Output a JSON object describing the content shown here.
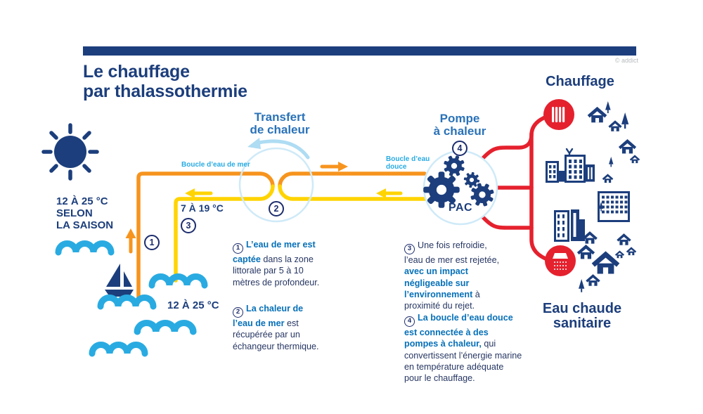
{
  "meta": {
    "credit": "© addict"
  },
  "header": {
    "title": "Le chauffage\npar thalassothermie"
  },
  "labels": {
    "transfert": "Transfert\nde chaleur",
    "pompe": "Pompe\nà chaleur",
    "chauffage": "Chauffage",
    "eau_chaude": "Eau chaude\nsanitaire",
    "boucle_mer": "Boucle d’eau de mer",
    "boucle_douce": "Boucle d’eau\ndouce",
    "pac": "PAC",
    "temp_saison": "12 À 25 °C\nSELON\nLA SAISON",
    "temp_retour": "7 À 19 °C",
    "temp_mer": "12 À 25 °C"
  },
  "badges": {
    "b1": "1",
    "b2": "2",
    "b3": "3",
    "b4": "4"
  },
  "steps": [
    {
      "number": "1",
      "segments": [
        {
          "text": "L’eau de mer est captée",
          "bold": true
        },
        {
          "text": " dans la zone littorale par 5 à 10 mètres de profondeur.",
          "bold": false
        }
      ]
    },
    {
      "number": "2",
      "segments": [
        {
          "text": "La chaleur de l’eau de mer",
          "bold": true
        },
        {
          "text": " est récupérée par un échangeur thermique.",
          "bold": false
        }
      ]
    },
    {
      "number": "3",
      "segments": [
        {
          "text": "Une fois refroidie, l’eau de mer est rejetée, ",
          "bold": false
        },
        {
          "text": "avec un impact négligeable sur l’environnement",
          "bold": true
        },
        {
          "text": " à proximité du rejet.",
          "bold": false
        }
      ]
    },
    {
      "number": "4",
      "segments": [
        {
          "text": "La boucle d’eau douce est connectée à des pompes à chaleur,",
          "bold": true
        },
        {
          "text": " qui convertissent l’énergie marine en température adéquate pour le chauffage.",
          "bold": false
        }
      ]
    }
  ],
  "icons": [
    "sun-icon",
    "wave-icon",
    "sailboat-icon",
    "rotation-arrow-icon",
    "gears-icon",
    "radiator-icon",
    "shower-icon",
    "house-icon",
    "building-icon",
    "tree-icon",
    "flow-arrow-icon",
    "antenna-icon"
  ],
  "colors": {
    "navy": "#1c3e7c",
    "badge_navy": "#1d2d6e",
    "heading_blue": "#2a72b8",
    "strong_blue": "#0670b8",
    "light_blue": "#29abe2",
    "pale_blue": "#aedcf3",
    "circle_stroke": "#cfeaf8",
    "orange": "#f7941e",
    "yellow": "#ffd400",
    "red": "#e5212e",
    "body_text": "#273763"
  }
}
